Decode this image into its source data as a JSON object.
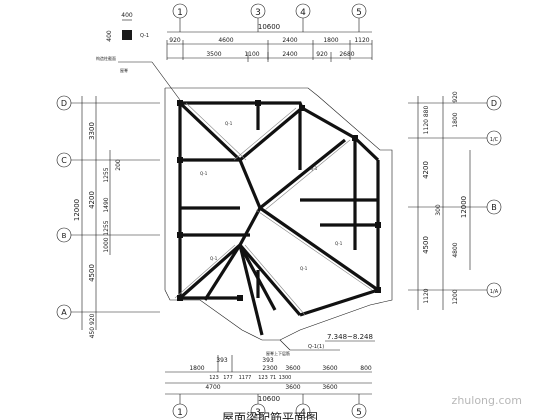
{
  "axes_top": [
    "1",
    "3",
    "4",
    "5"
  ],
  "axes_bottom": [
    "1",
    "3",
    "4",
    "5"
  ],
  "axes_left": [
    "D",
    "C",
    "B",
    "A"
  ],
  "axes_right": [
    "D",
    "1/C",
    "B",
    "1/A"
  ],
  "top_dims": {
    "detail_size": "400",
    "overall": "10600",
    "row1": [
      "920",
      "4600",
      "2400",
      "1800",
      "1120"
    ],
    "row2": [
      "3500",
      "1100",
      "2400",
      "920",
      "2680"
    ]
  },
  "bottom_dims": {
    "row1": [
      "1800",
      "2300",
      "3600",
      "3600",
      "800"
    ],
    "row2": [
      "4700",
      "3600",
      "3600"
    ],
    "small": [
      "123",
      "177",
      "1177",
      "123",
      "71",
      "1300"
    ],
    "tops": [
      "393",
      "393"
    ],
    "overall": "10600"
  },
  "left_dims": {
    "overall": "12000",
    "row1": [
      "3300",
      "4200",
      "4500"
    ],
    "row2": [
      "200",
      "1255",
      "1490",
      "1255",
      "1000"
    ],
    "bottom": "450 920"
  },
  "right_dims": {
    "overall": "12000",
    "row1": [
      "1120 880",
      "4200",
      "4500",
      "1120"
    ],
    "row2": [
      "920",
      "1800",
      "300",
      "4800",
      "1200"
    ]
  },
  "annotations": {
    "beam_note_1": "构造柱截面",
    "beam_note_2": "屋脊",
    "beam_tag": "Q-1",
    "elevation": "7.348~8.248",
    "ridge_note": "屋脊上下层筋",
    "level_label": "Q-1(1)"
  },
  "title": "屋面梁配筋平面图",
  "watermark": "zhulong.com"
}
